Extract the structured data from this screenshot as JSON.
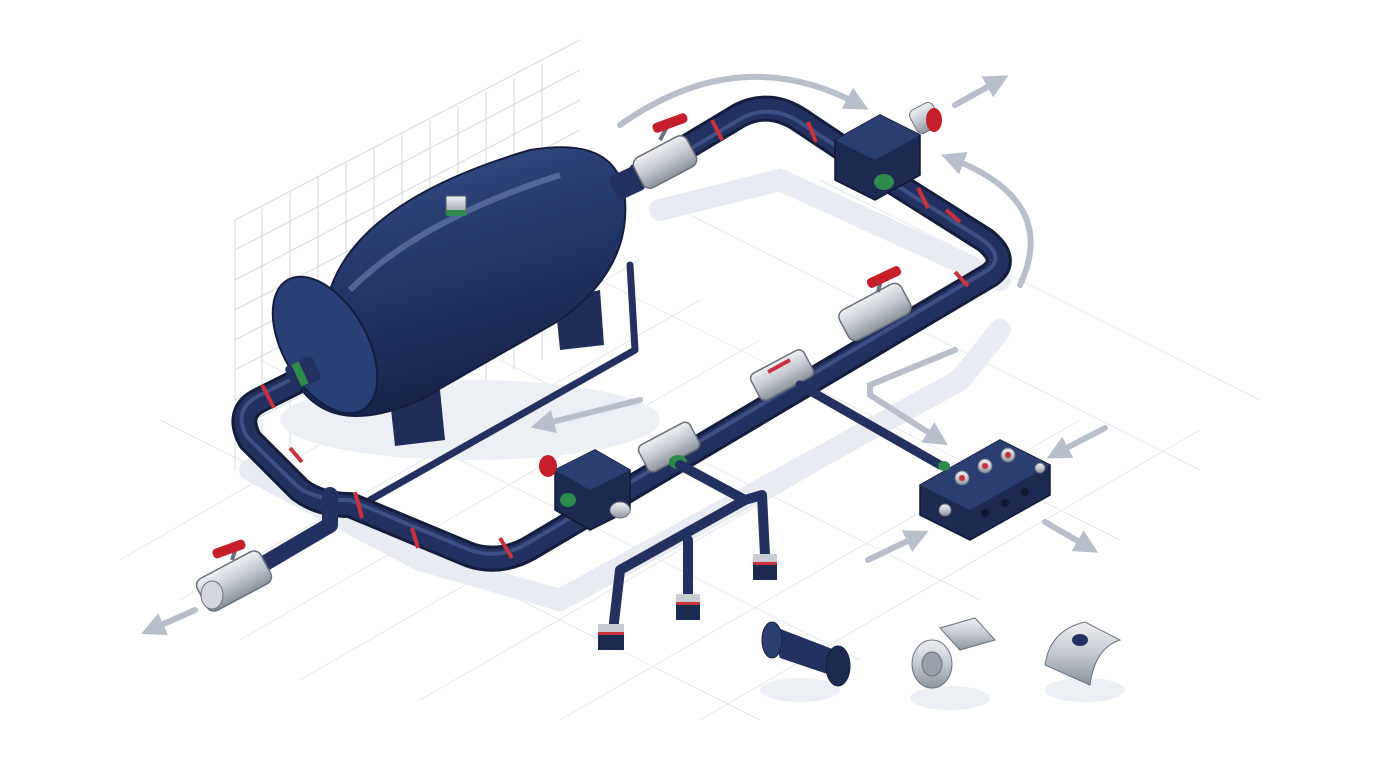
{
  "colors": {
    "pipe": "#22315f",
    "pipe_dark": "#141d3d",
    "pipe_highlight": "#4a5c93",
    "tank": "#243766",
    "band_red": "#c8323c",
    "band_green": "#2e8a4a",
    "valve_metal": "#c9cdd3",
    "valve_handle": "#c61f2c",
    "flow_arrow": "#b9bfca",
    "grid": "#dfe3ea",
    "shadow": "#e6e9ef"
  },
  "components": {
    "tank": "horizontal-pressure-tank",
    "valves": [
      "valve-top-outlet",
      "valve-right-branch",
      "valve-drain"
    ],
    "manifold": "distribution-manifold",
    "junction_block": "junction-block",
    "fittings": [
      "coupling-fitting",
      "hex-nipple-fitting",
      "saddle-clamp-fitting"
    ]
  },
  "flow_arrows": [
    "top-curve",
    "top-right-out",
    "right-curve",
    "mid-left",
    "elbow-down",
    "drain-out",
    "manifold-in-left",
    "manifold-in-right",
    "manifold-out"
  ]
}
